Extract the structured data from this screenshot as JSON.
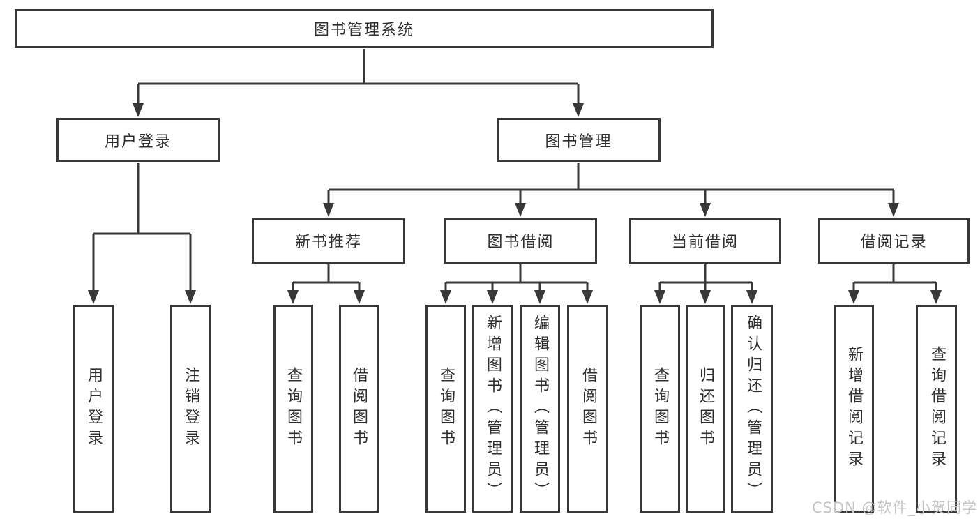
{
  "root": {
    "label": "图书管理系统"
  },
  "branches": [
    {
      "label": "用户登录",
      "children": [
        {
          "label": "用户登录"
        },
        {
          "label": "注销登录"
        }
      ]
    },
    {
      "label": "图书管理",
      "children": [
        {
          "label": "新书推荐",
          "children": [
            {
              "label": "查询图书"
            },
            {
              "label": "借阅图书"
            }
          ]
        },
        {
          "label": "图书借阅",
          "children": [
            {
              "label": "查询图书"
            },
            {
              "label": "新增图书（管理员）"
            },
            {
              "label": "编辑图书（管理员）"
            },
            {
              "label": "借阅图书"
            }
          ]
        },
        {
          "label": "当前借阅",
          "children": [
            {
              "label": "查询图书"
            },
            {
              "label": "归还图书"
            },
            {
              "label": "确认归还（管理员）"
            }
          ]
        },
        {
          "label": "借阅记录",
          "children": [
            {
              "label": "新增借阅记录"
            },
            {
              "label": "查询借阅记录"
            }
          ]
        }
      ]
    }
  ],
  "watermark": {
    "text": "CSDN @软件_小贺同学"
  },
  "colors": {
    "line": "#383838",
    "box_border": "#383838",
    "box_background": "#ffffff",
    "text": "#2f2f2f",
    "watermark": "#c5c5c5"
  }
}
